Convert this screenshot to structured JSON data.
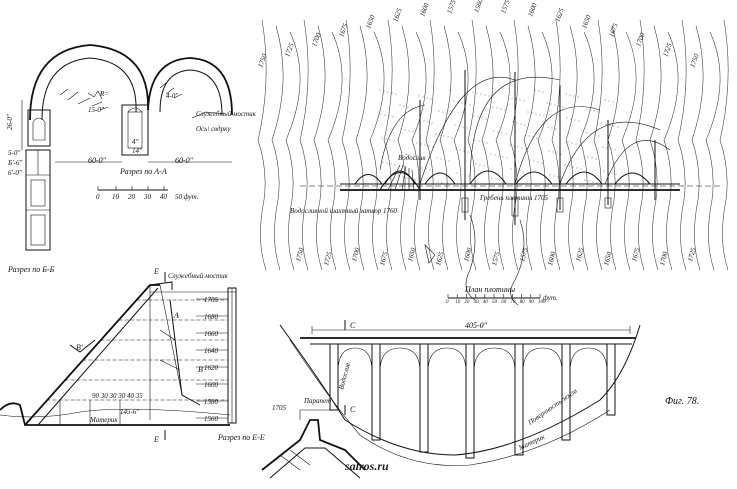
{
  "section_aa": {
    "caption": "Разрез по А-А",
    "dim_left": "60-0\"",
    "dim_right": "60-0\"",
    "dim_height": "26-0\"",
    "note": "Ось\\ свдрку",
    "label_service": "Служебный мостик",
    "arch_dim": "15-0\"",
    "inner_mark": "4\"",
    "inner_mark2": "14\"",
    "radius": "R=",
    "side_mark": "4-0\""
  },
  "scale_aa": {
    "ticks": [
      "0",
      "10",
      "20",
      "30",
      "40"
    ],
    "unit": "50 фут."
  },
  "section_bb": {
    "caption": "Разрез по Б-Б",
    "mark1": "5-0\"",
    "mark2": "Б'-6\"",
    "mark3": "6'-0\""
  },
  "plan": {
    "label_spillway": "Водослив",
    "label_road": "Гребень плотины 1705",
    "label_apron": "Водосливной шахтный затвор 1760",
    "contours_top": [
      "1750",
      "1725",
      "1700",
      "1675",
      "1650",
      "1625",
      "1600",
      "1575",
      "1560",
      "1575",
      "1600",
      "1625",
      "1650",
      "1675",
      "1700",
      "1725",
      "1750"
    ],
    "contours_bottom": [
      "1750",
      "1725",
      "1700",
      "1675",
      "1650",
      "1625",
      "1600",
      "1575",
      "1575",
      "1600",
      "1625",
      "1650",
      "1675",
      "1700",
      "1725"
    ],
    "scale_title": "План плотины",
    "scale_ticks": [
      "0",
      "10",
      "20",
      "30",
      "40",
      "50",
      "60",
      "70",
      "80",
      "90",
      "100"
    ],
    "scale_unit": "фут."
  },
  "section_ee": {
    "caption": "Разрез по Е-Е",
    "label_walkway": "Служебный мостик",
    "elev": [
      "1705",
      "1680",
      "1660",
      "1640",
      "1620",
      "1600",
      "1580",
      "1560"
    ],
    "mark_e_top": "Е",
    "mark_e_bottom": "Е",
    "mark_a": "А",
    "mark_b": "В",
    "mark_b2": "В'",
    "dims": "90  30  30  30  40  35",
    "base_dim": "145-6\"",
    "label_bed": "Материк"
  },
  "elevation": {
    "total_dim": "405-0\"",
    "mark_c": "С",
    "mark_c2": "С",
    "label_spill": "Водослив",
    "label_ground": "Поверхность земли",
    "label_bed": "Материк"
  },
  "section_cc": {
    "elev": "1705",
    "label": "Парапет"
  },
  "figure_label": "Фиг. 78.",
  "watermark": "salros.ru"
}
